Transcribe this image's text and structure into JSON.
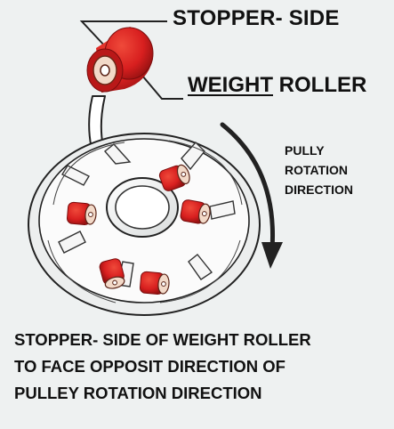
{
  "labels": {
    "stopper_side": "STOPPER- SIDE",
    "weight_word": "WEIGHT",
    "roller_word": "ROLLER"
  },
  "rotation_label": {
    "line1": "PULLY",
    "line2": "ROTATION",
    "line3": "DIRECTION"
  },
  "instruction": {
    "line1": "STOPPER- SIDE OF WEIGHT ROLLER",
    "line2": "TO FACE OPPOSIT DIRECTION OF",
    "line3": "PULLEY ROTATION DIRECTION"
  },
  "colors": {
    "background": "#eef1f1",
    "roller_red": "#d81f1f",
    "roller_dark": "#8f1010",
    "roller_face": "#f2d9c8",
    "line": "#222222",
    "pulley_fill": "#fbfbfb"
  },
  "roller_count": 6
}
